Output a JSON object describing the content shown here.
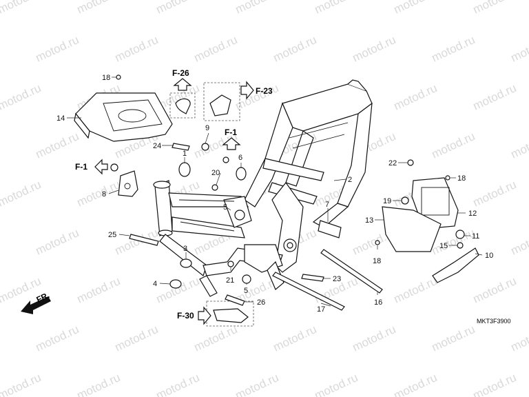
{
  "watermark": "motod.ru",
  "diagram_code": "MKT3F3900",
  "front_label": "FR.",
  "refs": {
    "f26": "F-26",
    "f23": "F-23",
    "f1_top": "F-1",
    "f1_left": "F-1",
    "f30": "F-30"
  },
  "callouts": {
    "c18a": "18",
    "c14": "14",
    "c24": "24",
    "c1": "1",
    "c9": "9",
    "c20": "20",
    "c6": "6",
    "c8": "8",
    "c5a": "5",
    "c25": "25",
    "c3": "3",
    "c4": "4",
    "c21": "21",
    "c5b": "5",
    "c26": "26",
    "c2": "2",
    "c22": "22",
    "c18b": "18",
    "c19": "19",
    "c12": "12",
    "c7": "7",
    "c13": "13",
    "c11": "11",
    "c15": "15",
    "c18c": "18",
    "c10": "10",
    "c23": "23",
    "c16": "16",
    "c17": "17"
  },
  "icons": {
    "arrow_up": "arrow-up-icon",
    "arrow_right": "arrow-right-icon",
    "arrow_left": "arrow-left-icon",
    "front_arrow": "front-direction-arrow-icon"
  }
}
